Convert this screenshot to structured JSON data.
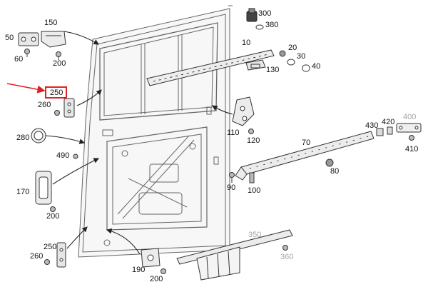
{
  "diagram": {
    "highlight_color": "#e02020",
    "line_color": "#333333",
    "muted_label_color": "#a6a6a6",
    "highlighted_part": "250",
    "callouts": [
      {
        "id": "c300",
        "text": "300",
        "muted": false
      },
      {
        "id": "c380",
        "text": "380",
        "muted": false
      },
      {
        "id": "c150",
        "text": "150",
        "muted": false
      },
      {
        "id": "c50",
        "text": "50",
        "muted": false
      },
      {
        "id": "c60",
        "text": "60",
        "muted": false
      },
      {
        "id": "c200a",
        "text": "200",
        "muted": false
      },
      {
        "id": "c10",
        "text": "10",
        "muted": false
      },
      {
        "id": "c20",
        "text": "20",
        "muted": false
      },
      {
        "id": "c30",
        "text": "30",
        "muted": false
      },
      {
        "id": "c40",
        "text": "40",
        "muted": false
      },
      {
        "id": "c130",
        "text": "130",
        "muted": false
      },
      {
        "id": "c250a",
        "text": "250",
        "muted": false
      },
      {
        "id": "c260a",
        "text": "260",
        "muted": false
      },
      {
        "id": "c110",
        "text": "110",
        "muted": false
      },
      {
        "id": "c120",
        "text": "120",
        "muted": false
      },
      {
        "id": "c400",
        "text": "400",
        "muted": true
      },
      {
        "id": "c430",
        "text": "430",
        "muted": false
      },
      {
        "id": "c420",
        "text": "420",
        "muted": false
      },
      {
        "id": "c410",
        "text": "410",
        "muted": false
      },
      {
        "id": "c280",
        "text": "280",
        "muted": false
      },
      {
        "id": "c70",
        "text": "70",
        "muted": false
      },
      {
        "id": "c490",
        "text": "490",
        "muted": false
      },
      {
        "id": "c80",
        "text": "80",
        "muted": false
      },
      {
        "id": "c170",
        "text": "170",
        "muted": false
      },
      {
        "id": "c90",
        "text": "90",
        "muted": false
      },
      {
        "id": "c100",
        "text": "100",
        "muted": false
      },
      {
        "id": "c200b",
        "text": "200",
        "muted": false
      },
      {
        "id": "c350",
        "text": "350",
        "muted": true
      },
      {
        "id": "c250b",
        "text": "250",
        "muted": false
      },
      {
        "id": "c260b",
        "text": "260",
        "muted": false
      },
      {
        "id": "c360",
        "text": "360",
        "muted": true
      },
      {
        "id": "c190",
        "text": "190",
        "muted": false
      },
      {
        "id": "c200c",
        "text": "200",
        "muted": false
      }
    ]
  }
}
